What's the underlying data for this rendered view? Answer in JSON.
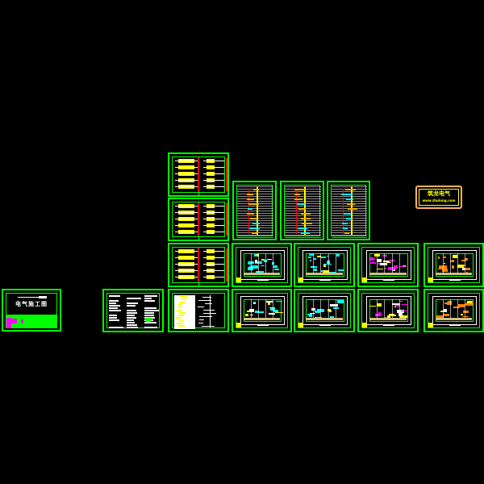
{
  "drawing": {
    "title_sheet": {
      "title": "电气施工图"
    },
    "logo": {
      "name": "筑龙电气",
      "url": "www.zhulong.com"
    }
  },
  "colors": {
    "frame": "#00ff00",
    "background": "#000000",
    "accent": "#ffff00",
    "magenta": "#ff00ff",
    "cyan": "#00ffff",
    "red": "#ff0000",
    "white": "#ffffff"
  }
}
